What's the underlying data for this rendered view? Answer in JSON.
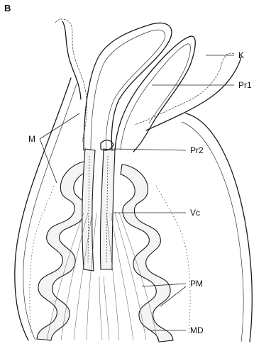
{
  "figure": {
    "panel_label": "B",
    "labels": {
      "K": "K",
      "Pr1": "Pr1",
      "Pr2": "Pr2",
      "M": "M",
      "Vc": "Vc",
      "PM": "PM",
      "MD": "MD"
    }
  }
}
